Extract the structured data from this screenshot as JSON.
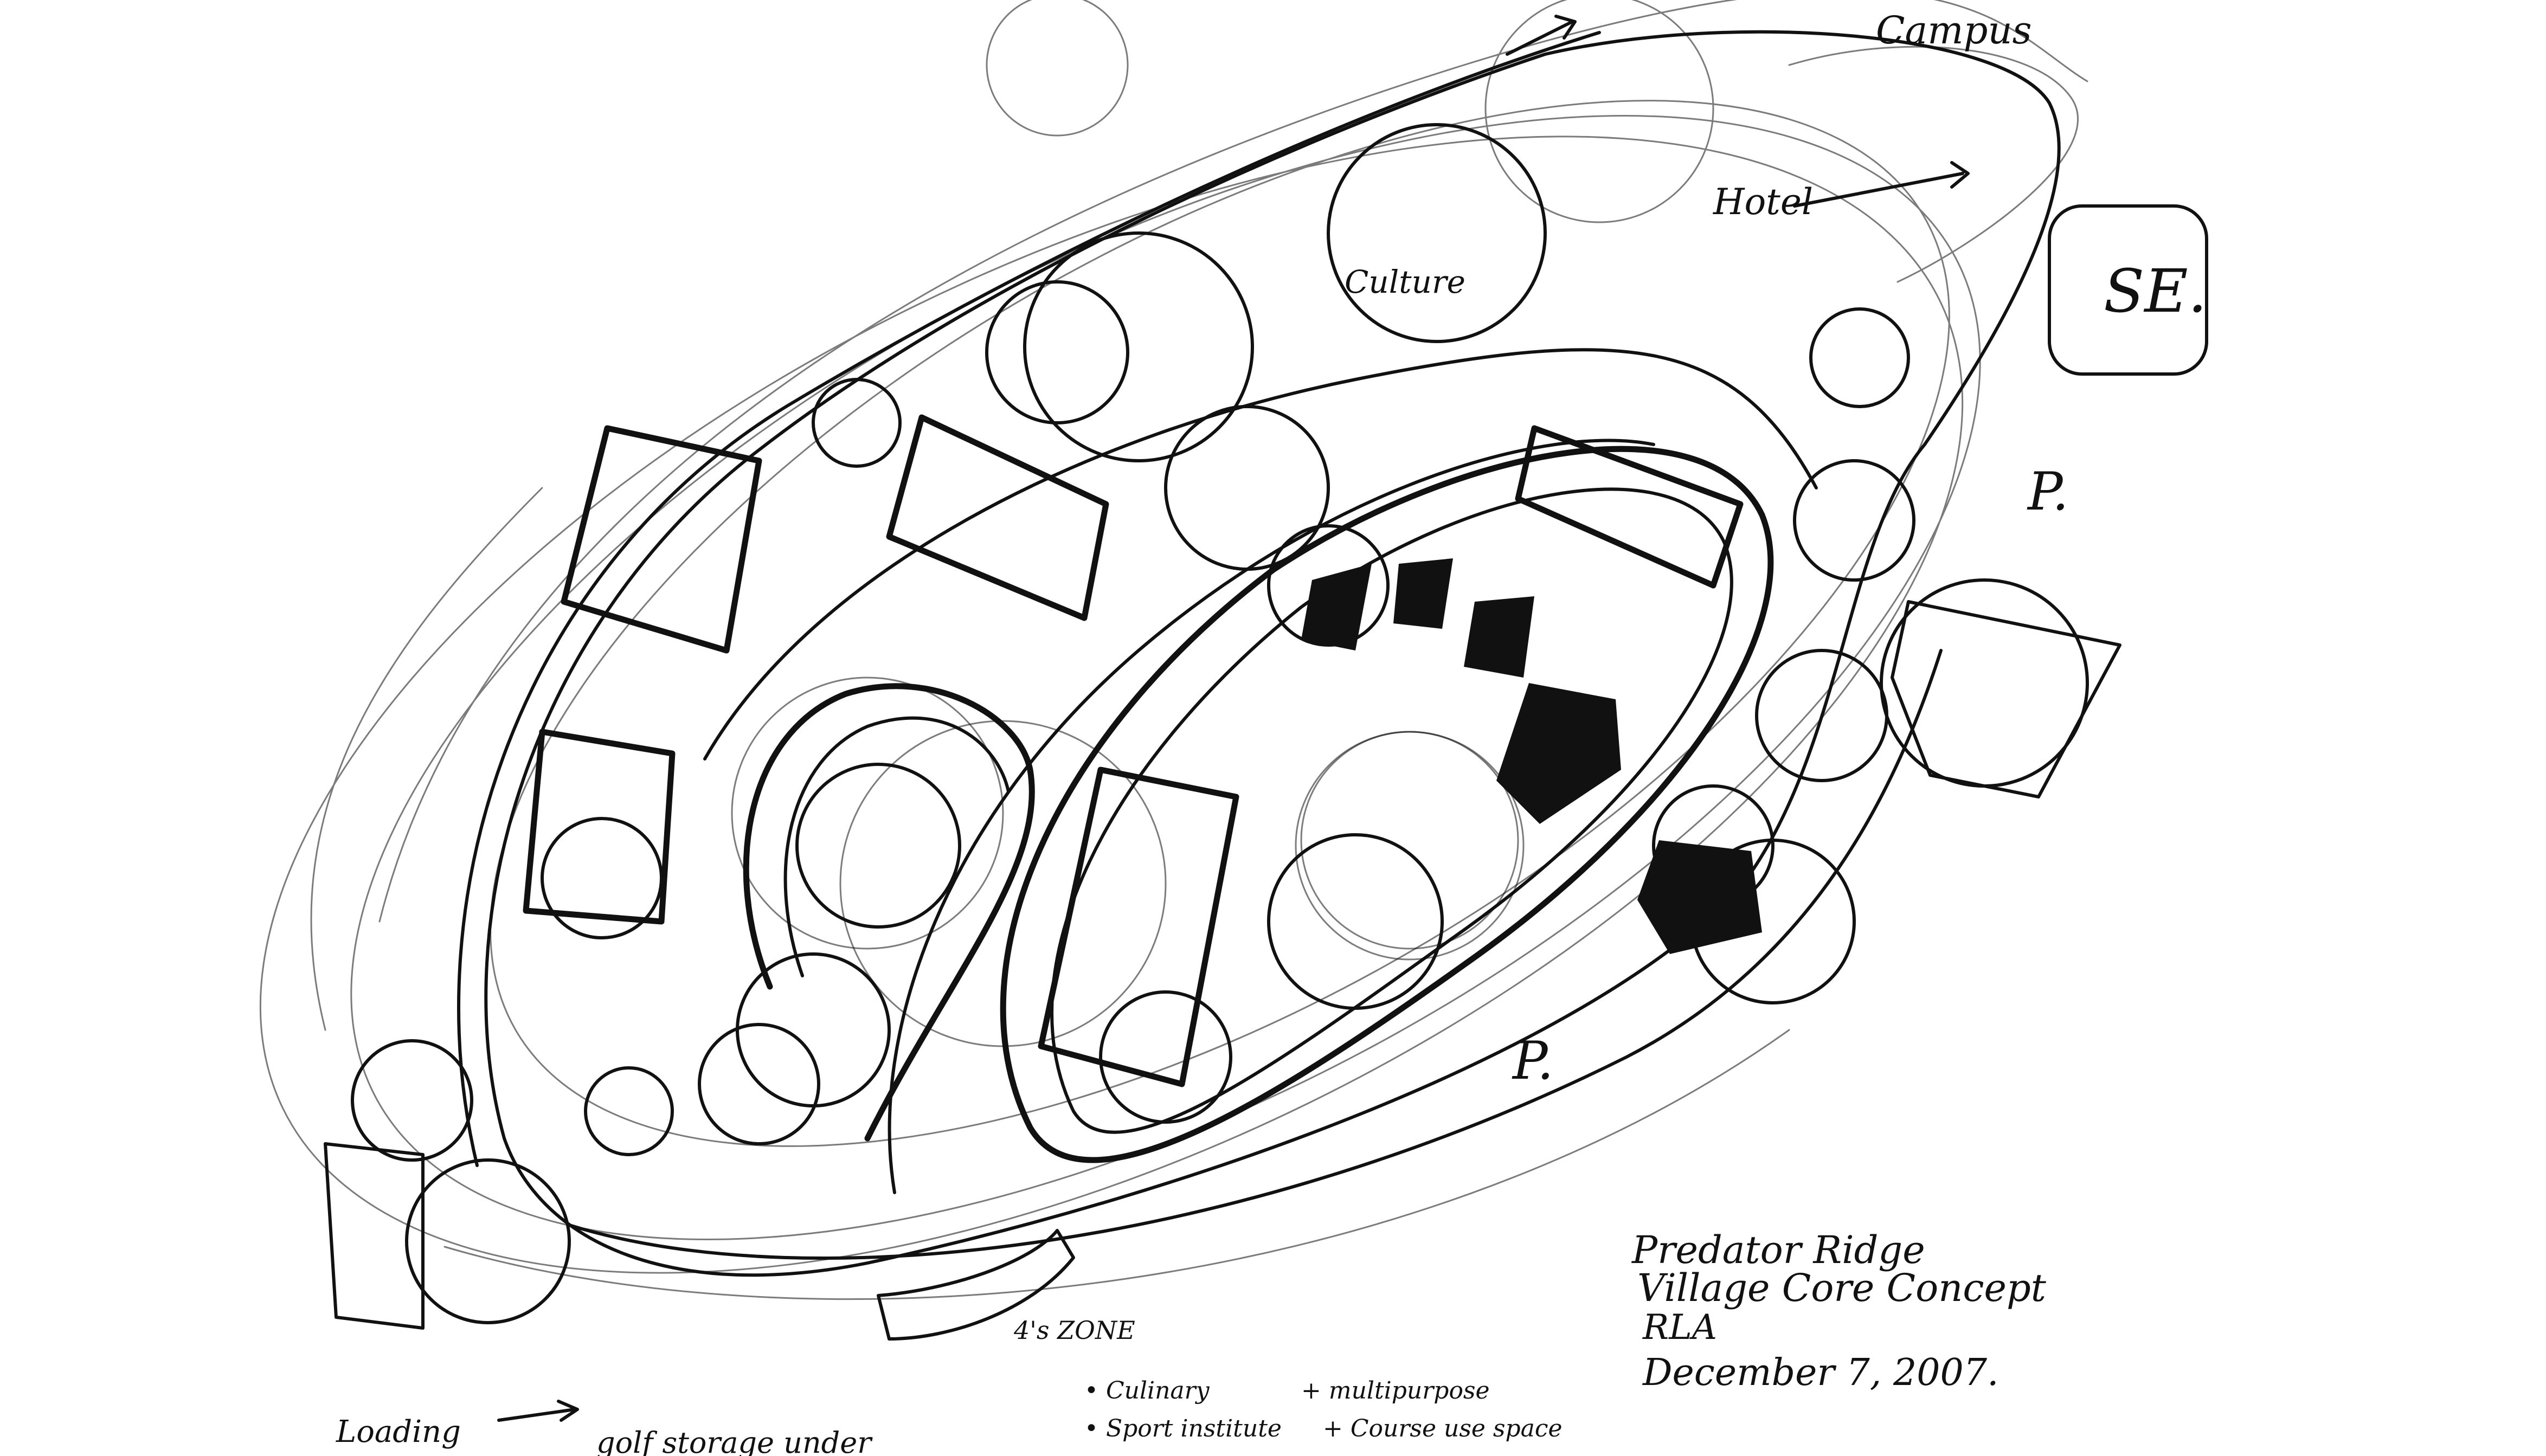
{
  "notes": {
    "campus": "Campus",
    "hotel": "Hotel",
    "se": "SE.",
    "parking_1": "P.",
    "parking_2": "P.",
    "culture": "Culture",
    "zone": "4's ZONE",
    "loading": "Loading",
    "golf_storage": "golf storage under",
    "culinary": "• Culinary",
    "multipurpose": "+ multipurpose",
    "sports": "• Sport institute",
    "course": "+ Course use space"
  },
  "title_block": {
    "project": "Predator Ridge",
    "subtitle": "Village Core Concept",
    "author": "RLA",
    "date": "December 7, 2007."
  }
}
